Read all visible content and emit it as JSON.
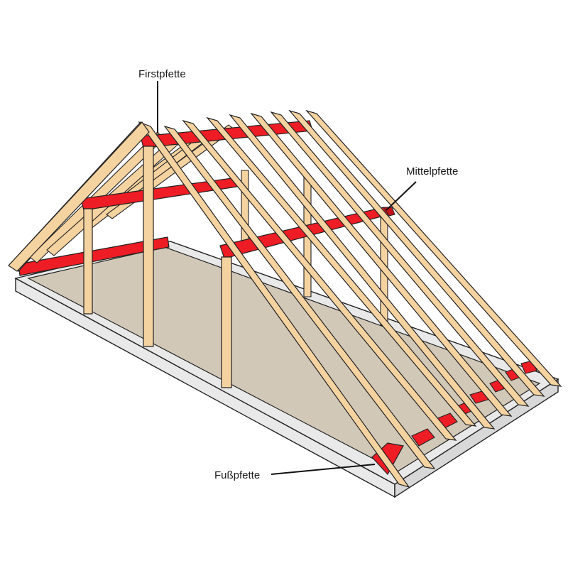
{
  "labels": {
    "firstpfette": "Firstpfette",
    "mittelpfette": "Mittelpfette",
    "fusspfette": "Fußpfette"
  },
  "colors": {
    "wood": "#f5d3a0",
    "wood_dark": "#e9bd83",
    "purlin": "#ee1c24",
    "purlin_dark": "#c4121a",
    "floor": "#d2c8b8",
    "slab": "#e9e9e9",
    "slab_edge": "#d8d8d8",
    "outline": "#222222"
  }
}
